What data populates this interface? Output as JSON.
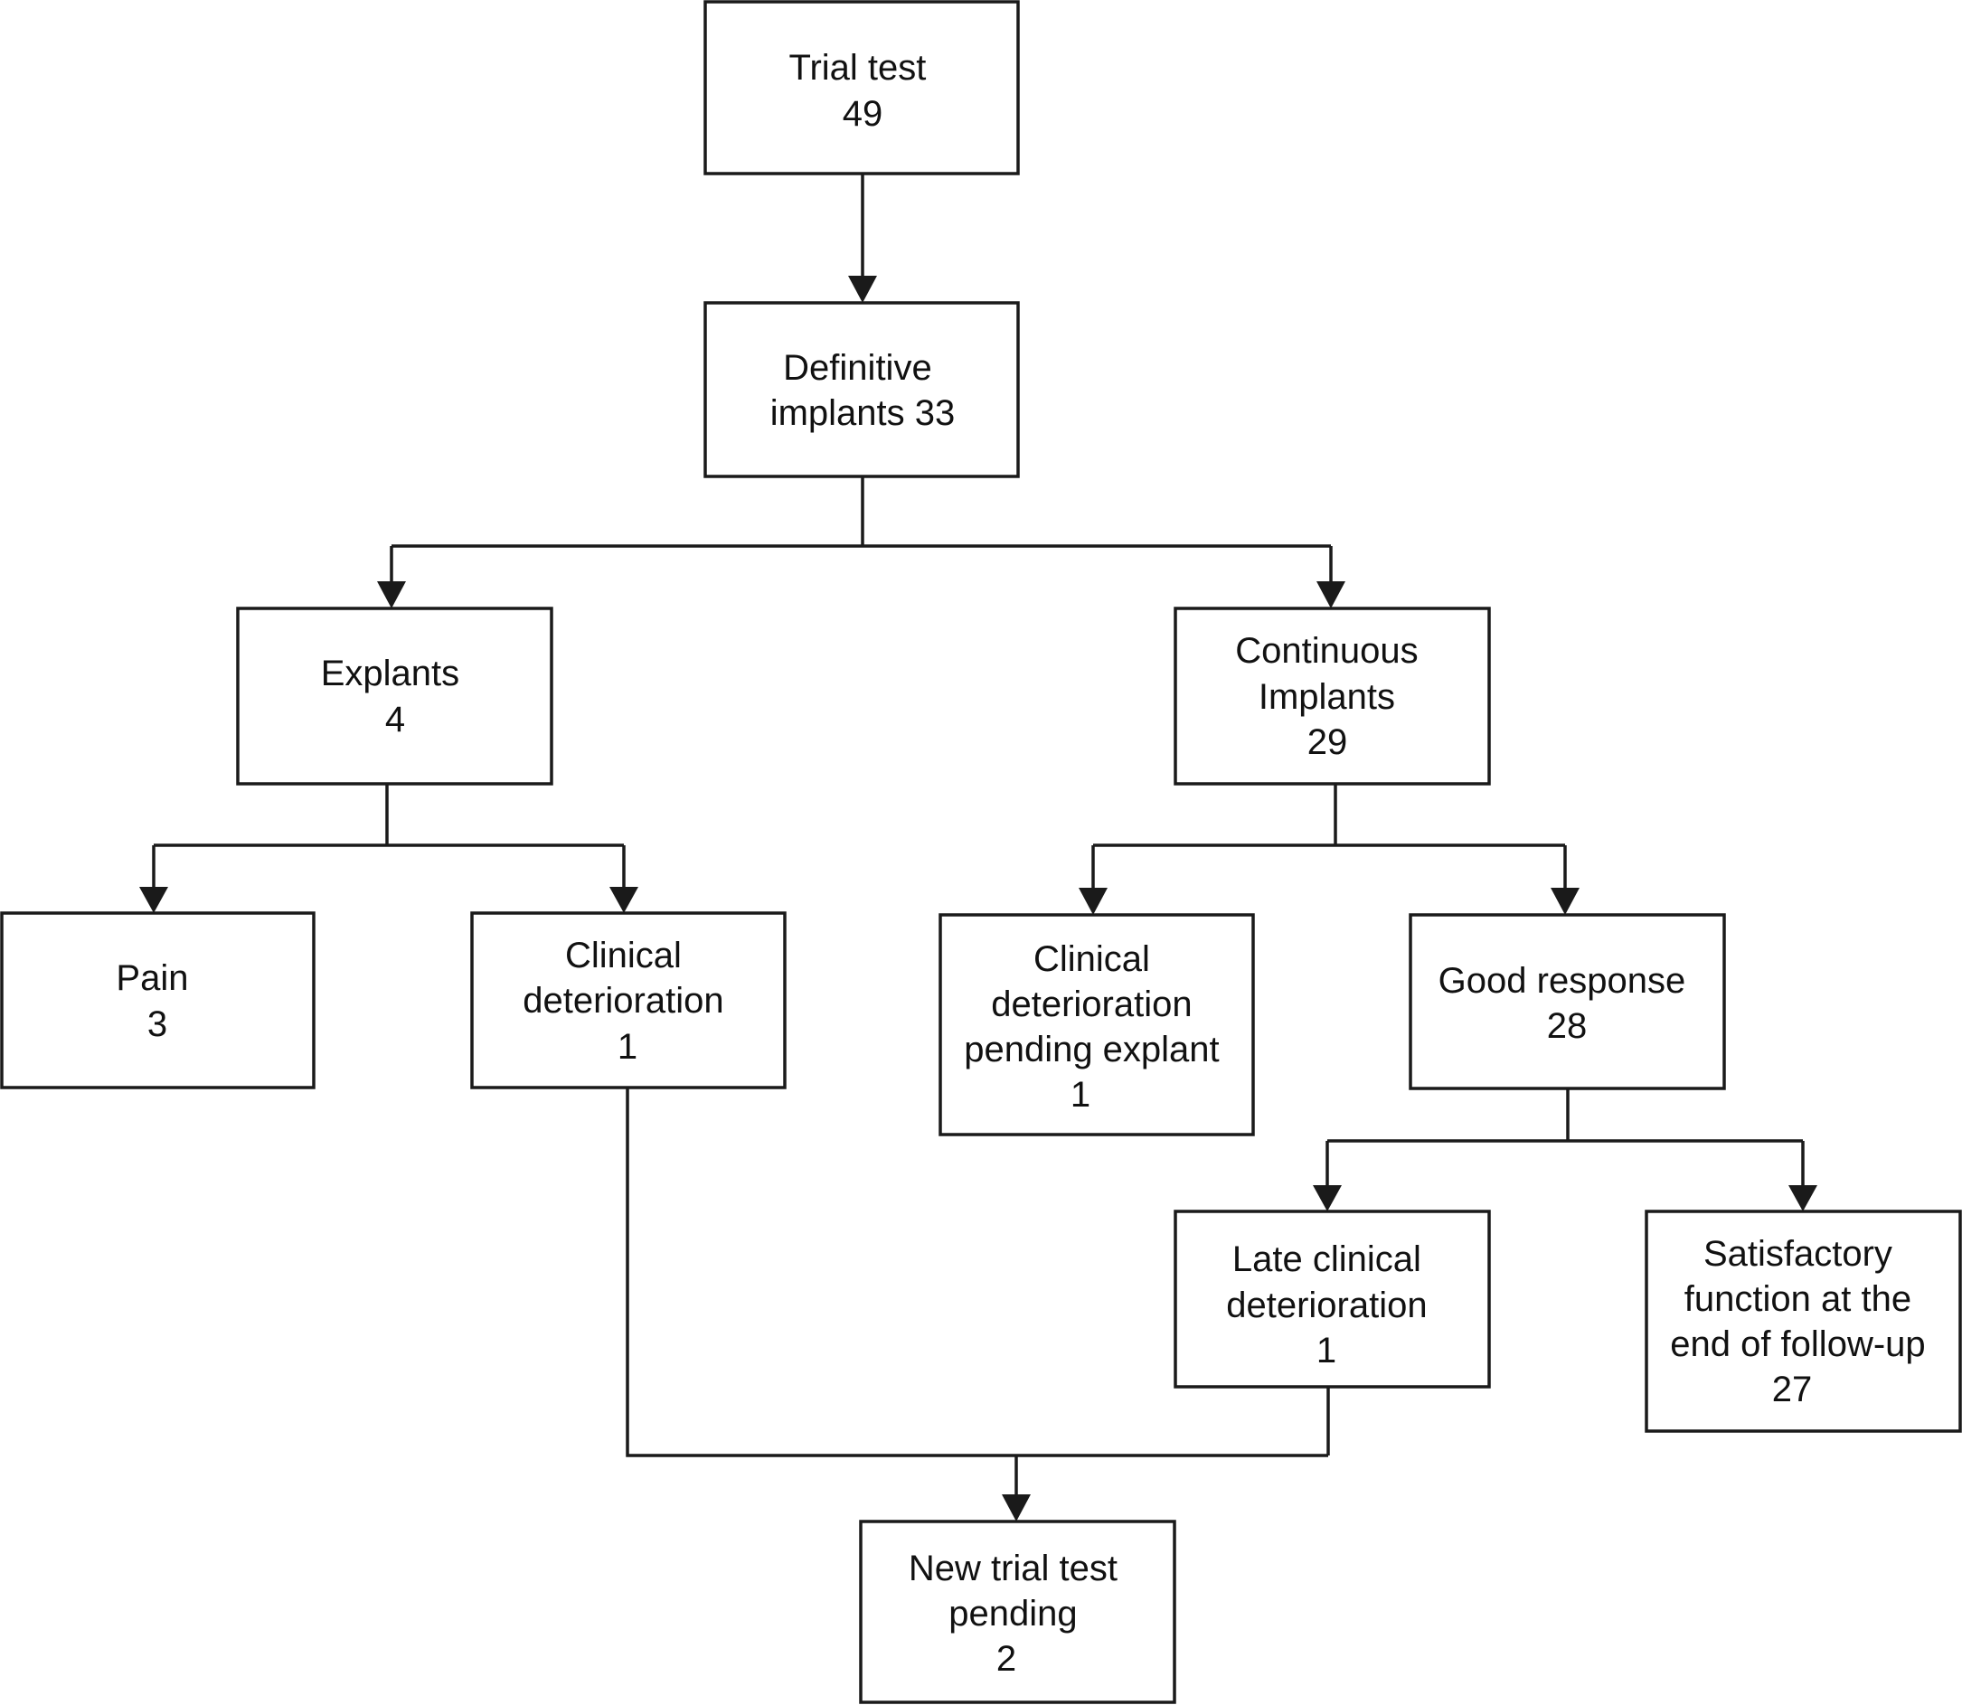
{
  "diagram": {
    "nodes": {
      "trial_test": {
        "lines": [
          "Trial test",
          "49"
        ]
      },
      "definitive_implants": {
        "lines": [
          "Definitive",
          "implants 33"
        ]
      },
      "explants": {
        "lines": [
          "Explants",
          "4"
        ]
      },
      "continuous_implants": {
        "lines": [
          "Continuous",
          "Implants",
          "29"
        ]
      },
      "pain": {
        "lines": [
          "Pain",
          "3"
        ]
      },
      "clinical_deterioration": {
        "lines": [
          "Clinical",
          "deterioration",
          "1"
        ]
      },
      "clinical_deterioration_pending": {
        "lines": [
          "Clinical",
          "deterioration",
          "pending explant",
          "1"
        ]
      },
      "good_response": {
        "lines": [
          "Good response",
          "28"
        ]
      },
      "late_clinical_deterioration": {
        "lines": [
          "Late clinical",
          "deterioration",
          "1"
        ]
      },
      "satisfactory_function": {
        "lines": [
          "Satisfactory",
          "function at the",
          "end of follow-up",
          "27"
        ]
      },
      "new_trial_pending": {
        "lines": [
          "New trial test",
          "pending",
          "2"
        ]
      }
    }
  }
}
